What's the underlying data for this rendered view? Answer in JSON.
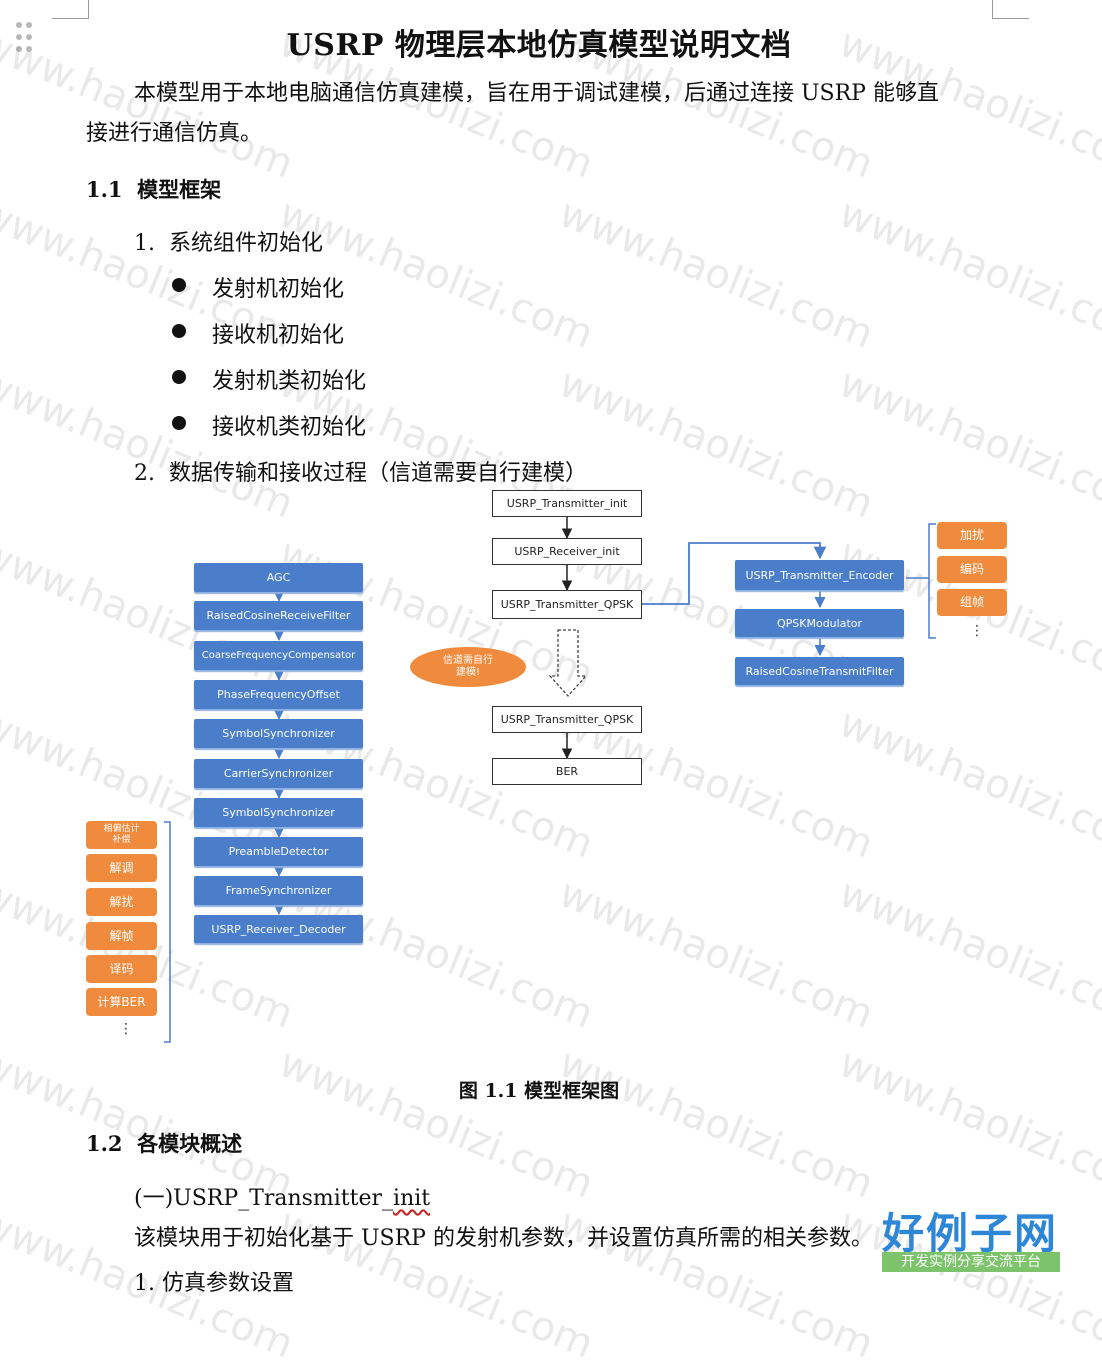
{
  "document": {
    "title": "USRP 物理层本地仿真模型说明文档",
    "intro_line1": "本模型用于本地电脑通信仿真建模，旨在用于调试建模，后通过连接 USRP 能够直",
    "intro_line2": "接进行通信仿真。",
    "section1": {
      "number": "1.1",
      "title": "模型框架"
    },
    "list1": {
      "number": "1.",
      "text": "系统组件初始化"
    },
    "bullets": [
      "发射机初始化",
      "接收机初始化",
      "发射机类初始化",
      "接收机类初始化"
    ],
    "list2": {
      "number": "2.",
      "text": "数据传输和接收过程（信道需要自行建模）"
    },
    "figure_caption": "图  1.1  模型框架图",
    "section2": {
      "number": "1.2",
      "title": "各模块概述"
    },
    "subsection": {
      "prefix": "(一)USRP_Transmitter_",
      "underlined": "init"
    },
    "body_line": "该模块用于初始化基于 USRP 的发射机参数，并设置仿真所需的相关参数。",
    "cut_line": "1.   仿真参数设置"
  },
  "diagram": {
    "center_chain": [
      "USRP_Transmitter_init",
      "USRP_Receiver_init",
      "USRP_Transmitter_QPSK"
    ],
    "channel_note": "信道需自行\n建模!",
    "center_bottom": [
      "USRP_Transmitter_QPSK",
      "BER"
    ],
    "transmitter_chain": [
      "USRP_Transmitter_Encoder",
      "QPSKModulator",
      "RaisedCosineTransmitFilter"
    ],
    "transmitter_tags": [
      "加扰",
      "编码",
      "组帧"
    ],
    "receiver_chain": [
      "AGC",
      "RaisedCosineReceiveFilter",
      "CoarseFrequencyCompensator",
      "PhaseFrequencyOffset",
      "SymbolSynchronizer",
      "CarrierSynchronizer",
      "SymbolSynchronizer",
      "PreambleDetector",
      "FrameSynchronizer",
      "USRP_Receiver_Decoder"
    ],
    "receiver_tags": [
      "相偏估计\n补偿",
      "解调",
      "解扰",
      "解帧",
      "译码",
      "计算BER"
    ],
    "ellipsis": "⋮"
  },
  "watermark": {
    "text": "www.haolizi.com"
  },
  "logo": {
    "main": "好例子网",
    "sub": "开发实例分享交流平台"
  },
  "colors": {
    "blue_box": "#4a7ecb",
    "orange_box": "#f08a3c",
    "connector": "#4a7ecb"
  }
}
